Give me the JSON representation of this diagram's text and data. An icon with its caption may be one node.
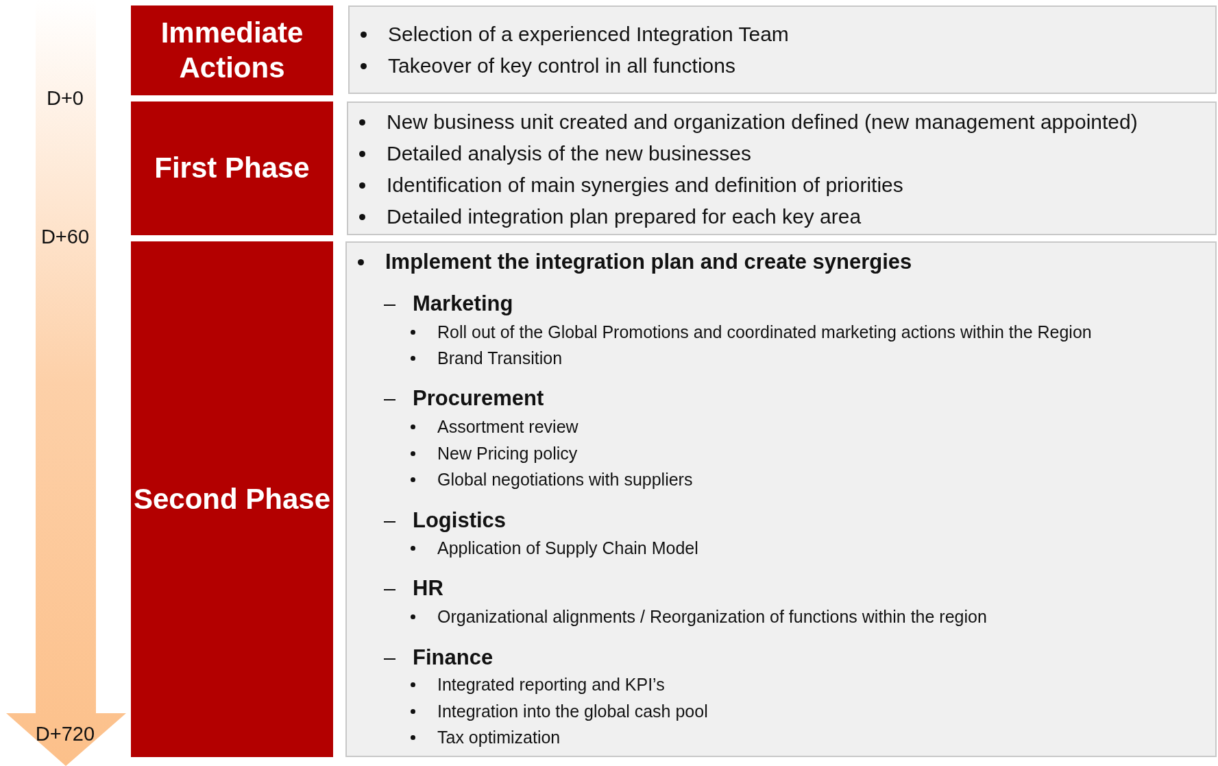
{
  "diagram": {
    "nodes": [
      {
        "text": [
          "Immediate Actions"
        ]
      },
      {
        "text": [
          "Selection of a experienced Integration Team",
          "Takeover of key control in all functions"
        ]
      },
      {
        "text": [
          "First Phase"
        ]
      },
      {
        "text": [
          "New business unit created and organization defined (new management appointed)",
          "Detailed analysis of the new businesses",
          "Identification of main synergies and definition of priorities",
          "Detailed integration plan prepared for each key area"
        ]
      },
      {
        "text": [
          "Second Phase"
        ]
      },
      {
        "text": [
          "Implement the integration plan and create synergies",
          "Marketing",
          "Roll out of the Global Promotions and coordinated marketing actions within the Region",
          "Brand Transition",
          "Procurement",
          "Assortment review",
          "New Pricing policy",
          "Global negotiations with suppliers",
          "Logistics",
          "Application of Supply Chain Model",
          "HR",
          "Organizational alignments / Reorganization of functions within the region",
          "Finance",
          "Integrated reporting and KPI’s",
          "Integration into the global cash pool",
          "Tax optimization"
        ]
      }
    ],
    "edges": [],
    "labels": [
      "D+0",
      "D+60",
      "D+720"
    ]
  }
}
